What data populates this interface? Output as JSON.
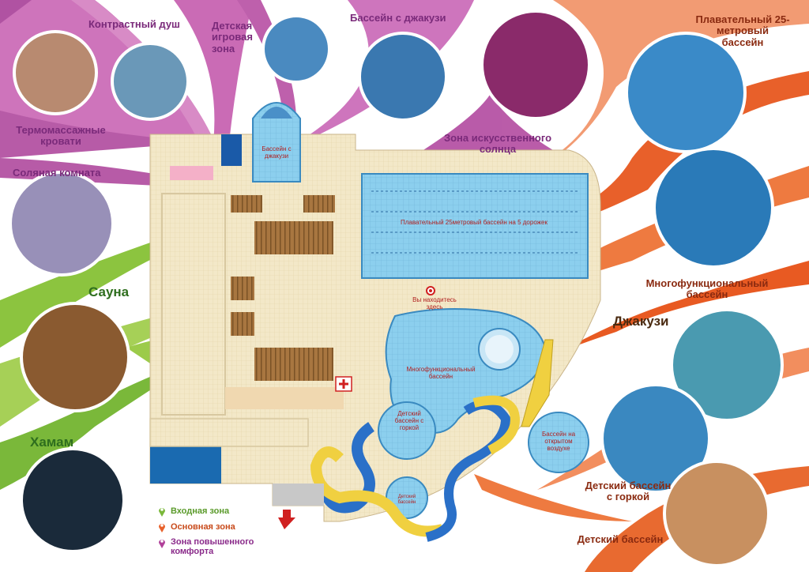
{
  "zones": {
    "contrast_shower": "Контрастный душ",
    "kids_play": "Детская игровая зона",
    "jacuzzi_pool": "Бассейн с джакузи",
    "swim25": "Плавательный 25-метровый бассейн",
    "thermo_beds": "Термомассажные кровати",
    "artificial_sun": "Зона искусственного солнца",
    "salt_room": "Соляная комната",
    "multi_pool": "Многофункциональный бассейн",
    "sauna": "Сауна",
    "jacuzzi": "Джакузи",
    "hamam": "Хамам",
    "kids_slide": "Детский бассейн с горкой",
    "kids_pool": "Детский бассейн"
  },
  "map_labels": {
    "jacuzzi_pool": "Бассейн с джакузи",
    "swim25": "Плавательный 25метровый бассейн на 5 дорожек",
    "you_are_here": "Вы находитесь здесь",
    "multi_pool": "Многофункциональный бассейн",
    "kids_slide": "Детский бассейн с горкой",
    "outdoor_pool": "Бассейн на открытом воздухе",
    "kids_pool": "Детский бассейн"
  },
  "legend": {
    "entry": "Входная зона",
    "main": "Основная зона",
    "comfort": "Зона повышенного комфорта"
  },
  "colors": {
    "purple": "#b0409a",
    "orange": "#e8602a",
    "green": "#7ab83a",
    "water": "#7fc4e8",
    "wood": "#a0703a"
  }
}
